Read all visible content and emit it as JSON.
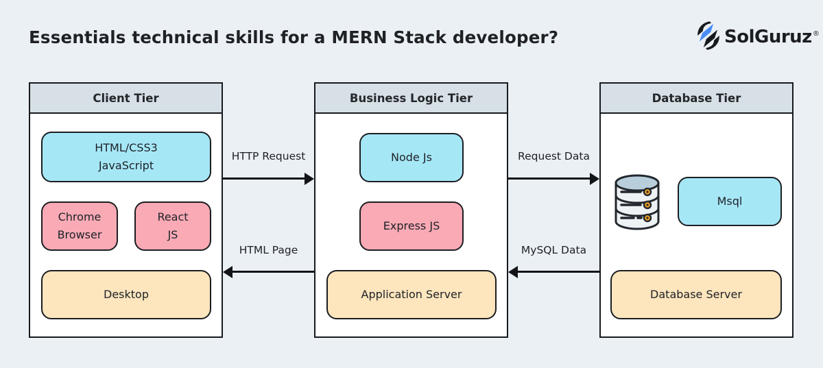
{
  "header": {
    "title": "Essentials technical skills for a MERN Stack developer?"
  },
  "logo": {
    "text": "SolGuruz",
    "registered_mark": "®"
  },
  "tiers": [
    {
      "label": "Client Tier",
      "boxes": [
        {
          "label": "HTML/CSS3\nJavaScript",
          "color": "cyan"
        },
        {
          "label": "Chrome\nBrowser",
          "color": "pink"
        },
        {
          "label": "React\nJS",
          "color": "pink"
        },
        {
          "label": "Desktop",
          "color": "peach"
        }
      ]
    },
    {
      "label": "Business Logic Tier",
      "boxes": [
        {
          "label": "Node Js",
          "color": "cyan"
        },
        {
          "label": "Express JS",
          "color": "pink"
        },
        {
          "label": "Application Server",
          "color": "peach"
        }
      ]
    },
    {
      "label": "Database Tier",
      "icon": "database-icon",
      "boxes": [
        {
          "label": "Msql",
          "color": "cyan"
        },
        {
          "label": "Database Server",
          "color": "peach"
        }
      ]
    }
  ],
  "arrows": [
    {
      "label": "HTTP Request",
      "direction": "right",
      "from": "Client Tier",
      "to": "Business Logic Tier"
    },
    {
      "label": "HTML Page",
      "direction": "left",
      "from": "Business Logic Tier",
      "to": "Client Tier"
    },
    {
      "label": "Request Data",
      "direction": "right",
      "from": "Business Logic Tier",
      "to": "Database Tier"
    },
    {
      "label": "MySQL Data",
      "direction": "left",
      "from": "Database Tier",
      "to": "Business Logic Tier"
    }
  ],
  "colors": {
    "background": "#ebf0f5",
    "tier_header": "#d6e0e6",
    "tier_body": "#ffffff",
    "outline": "#17191d",
    "cyan": "#a6e7f6",
    "pink": "#f9aab5",
    "peach": "#fde5bd",
    "logo_blue": "#4b8bf5",
    "db_dot_orange": "#f2a222",
    "db_top": "#b9cedb"
  }
}
